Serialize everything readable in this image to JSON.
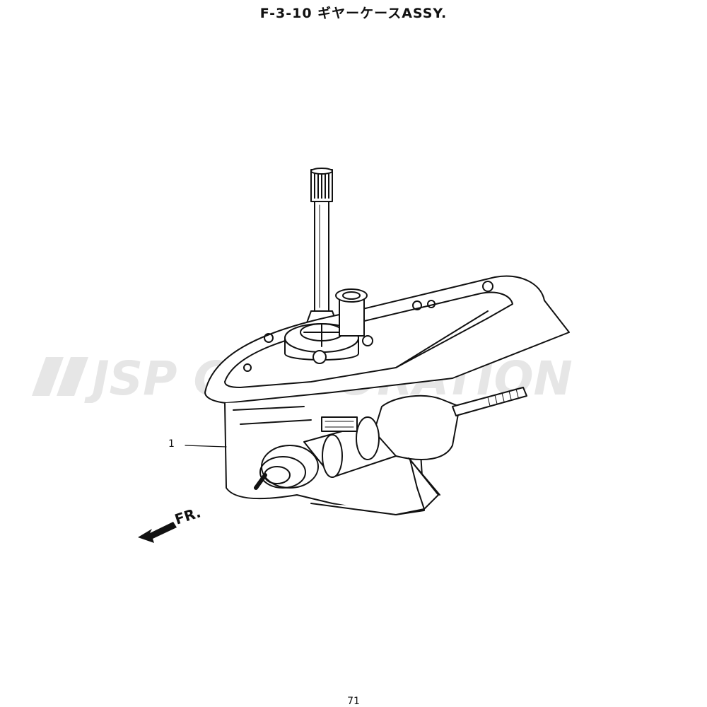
{
  "header": {
    "title": "F-3-10 ギヤーケースASSY."
  },
  "watermark": {
    "text": "JSP CORPORATION",
    "color": "#e6e6e6"
  },
  "diagram": {
    "callouts": [
      {
        "label": "1"
      }
    ],
    "direction_label": "FR.",
    "icons": [
      "front-direction-arrow-icon",
      "logo-mark-icon"
    ]
  },
  "footer": {
    "page_number": "71"
  },
  "colors": {
    "line": "#111111",
    "background": "#ffffff",
    "watermark": "#e6e6e6"
  }
}
